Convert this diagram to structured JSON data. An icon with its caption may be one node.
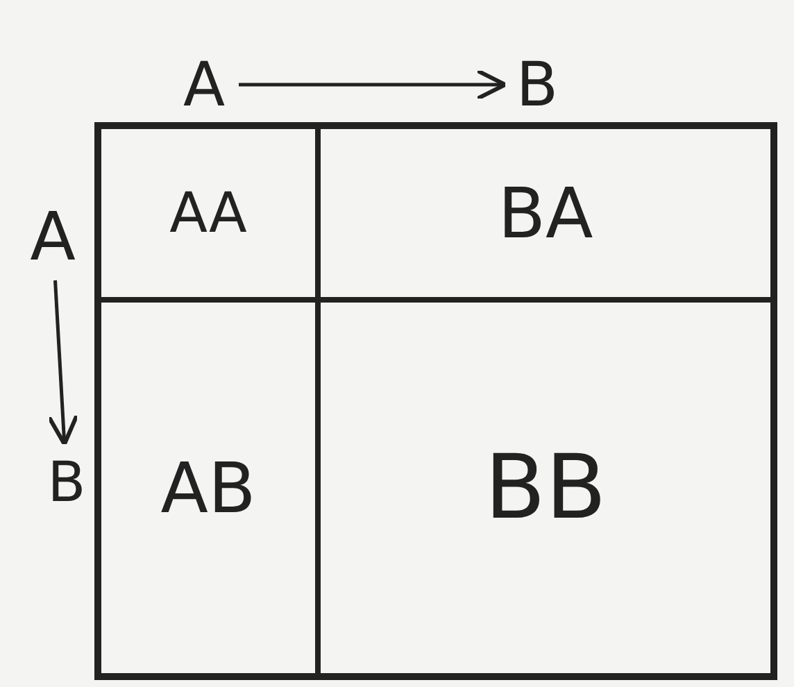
{
  "diagram": {
    "nodes": [
      {
        "text": [
          "A"
        ]
      },
      {
        "text": [
          "B"
        ]
      },
      {
        "text": [
          "A"
        ]
      },
      {
        "text": [
          "B"
        ]
      },
      {
        "text": [],
        "shape": "box"
      },
      {
        "text": [
          "AA"
        ],
        "in": 4
      },
      {
        "text": [
          "BA"
        ],
        "in": 4
      },
      {
        "text": [
          "AB"
        ],
        "in": 4
      },
      {
        "text": [
          "BB"
        ],
        "in": 4
      }
    ],
    "edges": [
      {
        "from": 0,
        "to": 1,
        "arrow": "to"
      },
      {
        "from": 2,
        "to": 3,
        "arrow": "to"
      }
    ]
  }
}
